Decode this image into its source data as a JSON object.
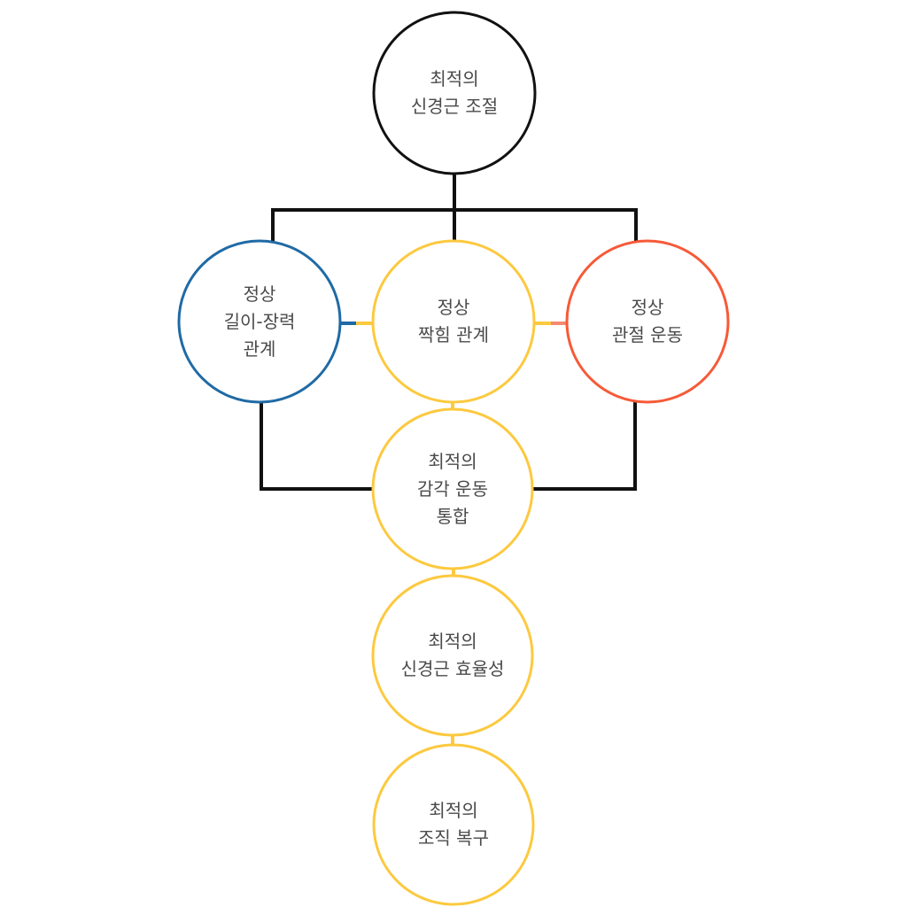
{
  "colors": {
    "black": "#111111",
    "blue": "#1f6aa5",
    "yellow": "#fcc93f",
    "red": "#f65a38",
    "salmon": "#f48a70",
    "text": "#4a4a4a"
  },
  "nodes": {
    "top": {
      "lines": [
        "최적의",
        "신경근 조절"
      ]
    },
    "left": {
      "lines": [
        "정상",
        "길이-장력",
        "관계"
      ]
    },
    "center": {
      "lines": [
        "정상",
        "짝힘 관계"
      ]
    },
    "right": {
      "lines": [
        "정상",
        "관절 운동"
      ]
    },
    "sensorimotor": {
      "lines": [
        "최적의",
        "감각 운동",
        "통합"
      ]
    },
    "efficiency": {
      "lines": [
        "최적의",
        "신경근 효율성"
      ]
    },
    "repair": {
      "lines": [
        "최적의",
        "조직 복구"
      ]
    }
  }
}
